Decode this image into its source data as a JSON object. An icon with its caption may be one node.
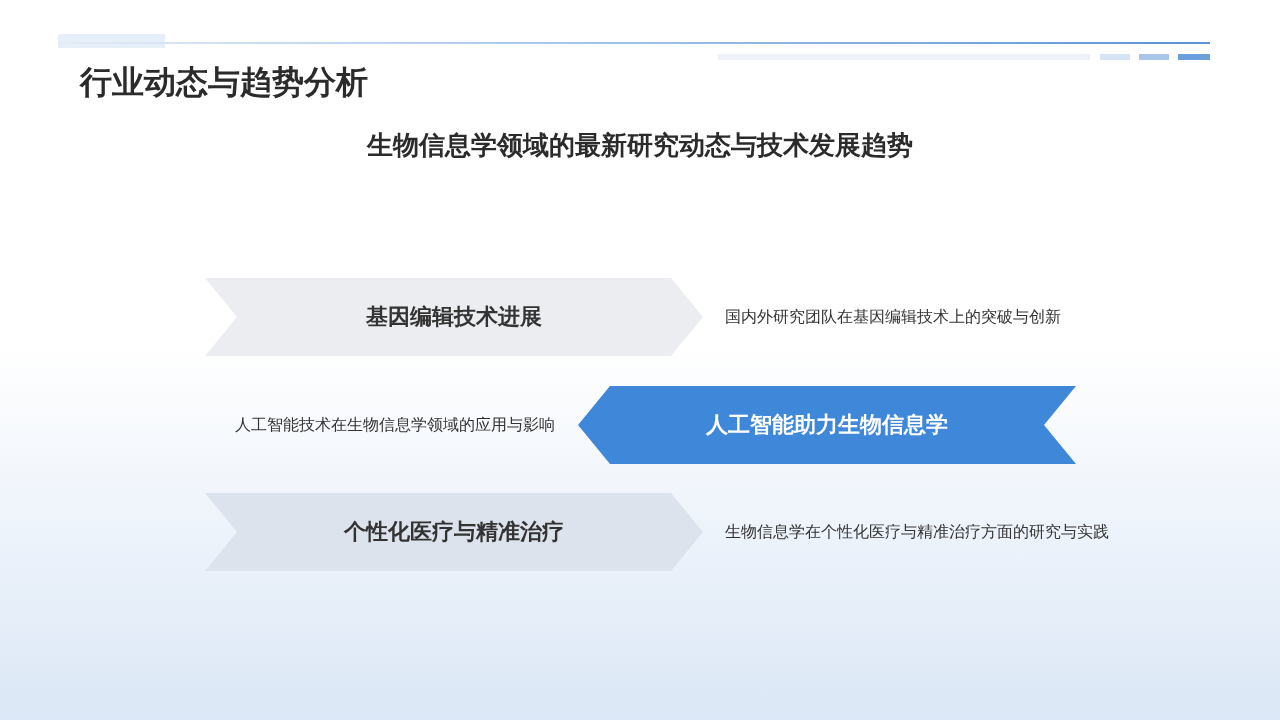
{
  "diagram": {
    "title": "行业动态与趋势分析",
    "nodes": [
      {
        "text": [
          "基因编辑技术进展"
        ],
        "beside": [
          "国内外研究团队在基因编辑技术上的突破与创新"
        ]
      },
      {
        "text": [
          "人工智能助力生物信息学"
        ],
        "beside": [
          "人工智能技术在生物信息学领域的应用与影响"
        ]
      },
      {
        "text": [
          "个性化医疗与精准治疗"
        ],
        "beside": [
          "生物信息学在个性化医疗与精准治疗方面的研究与实践"
        ]
      }
    ],
    "labels": [
      "生物信息学领域的最新研究动态与技术发展趋势"
    ]
  }
}
